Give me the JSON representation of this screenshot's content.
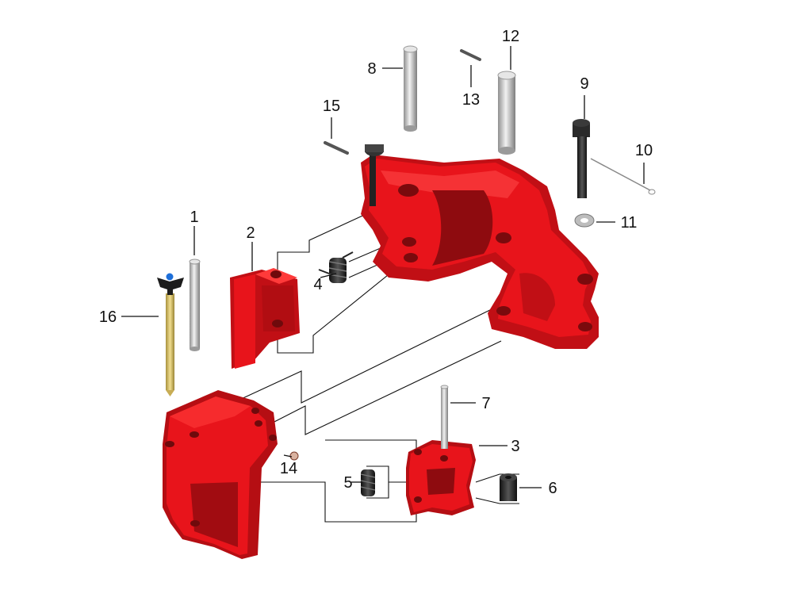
{
  "callouts": [
    {
      "id": "c1",
      "label": "1"
    },
    {
      "id": "c2",
      "label": "2"
    },
    {
      "id": "c3",
      "label": "3"
    },
    {
      "id": "c4",
      "label": "4"
    },
    {
      "id": "c5",
      "label": "5"
    },
    {
      "id": "c6",
      "label": "6"
    },
    {
      "id": "c7",
      "label": "7"
    },
    {
      "id": "c8",
      "label": "8"
    },
    {
      "id": "c9",
      "label": "9"
    },
    {
      "id": "c10",
      "label": "10"
    },
    {
      "id": "c11",
      "label": "11"
    },
    {
      "id": "c12",
      "label": "12"
    },
    {
      "id": "c13",
      "label": "13"
    },
    {
      "id": "c14",
      "label": "14"
    },
    {
      "id": "c15",
      "label": "15"
    },
    {
      "id": "c16",
      "label": "16"
    }
  ],
  "colors": {
    "part_red": "#e8141b",
    "part_red_dark": "#b10d12",
    "part_red_light": "#ff3a3a",
    "steel": "#c9c9c9",
    "steel_dark": "#8a8a8a",
    "spring": "#2b2b2b",
    "brass": "#d8c16a",
    "handle": "#1c1c1c",
    "handle_tip": "#1e6fd9"
  }
}
